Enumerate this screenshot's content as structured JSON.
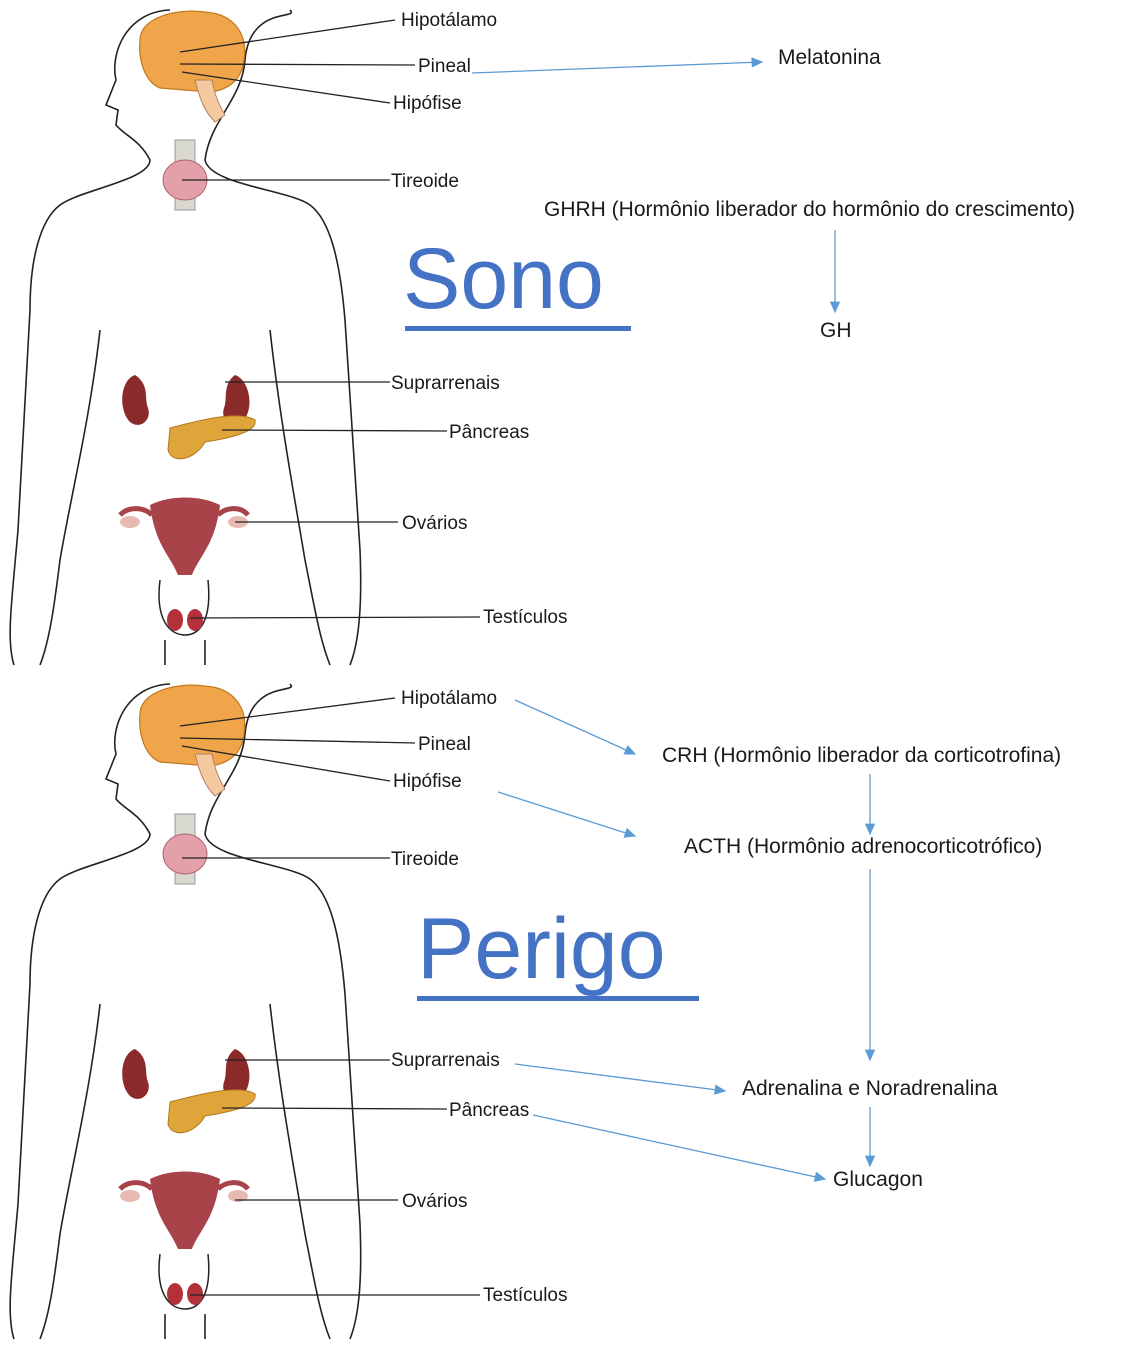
{
  "panels": [
    {
      "title": "Sono",
      "organ_labels": {
        "hypothalamus": "Hipotálamo",
        "pineal": "Pineal",
        "pituitary": "Hipófise",
        "thyroid": "Tireoide",
        "adrenals": "Suprarrenais",
        "pancreas": "Pâncreas",
        "ovaries": "Ovários",
        "testes": "Testículos"
      },
      "hormones": {
        "melatonin": "Melatonina",
        "ghrh": "GHRH (Hormônio liberador do hormônio do crescimento)",
        "gh": "GH"
      }
    },
    {
      "title": "Perigo",
      "organ_labels": {
        "hypothalamus": "Hipotálamo",
        "pineal": "Pineal",
        "pituitary": "Hipófise",
        "thyroid": "Tireoide",
        "adrenals": "Suprarrenais",
        "pancreas": "Pâncreas",
        "ovaries": "Ovários",
        "testes": "Testículos"
      },
      "hormones": {
        "crh": "CRH (Hormônio liberador da corticotrofina)",
        "acth": "ACTH (Hormônio adrenocorticotrófico)",
        "adrenaline": "Adrenalina e Noradrenalina",
        "glucagon": "Glucagon"
      }
    }
  ],
  "colors": {
    "title": "#4472c4",
    "arrow": "#5b9bd5",
    "brain": "#f0a54a",
    "kidney": "#8b2a2a",
    "pancreas": "#e0a53a",
    "uterus": "#a9434a",
    "thyroid": "#e3a0a8"
  }
}
